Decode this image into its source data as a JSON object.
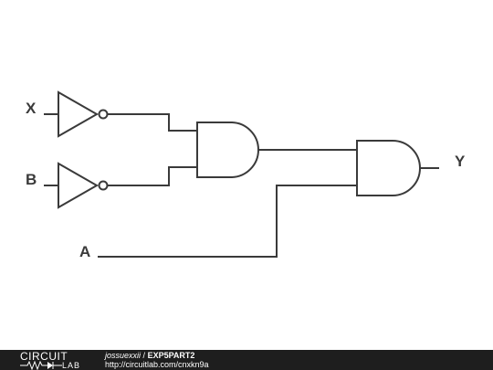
{
  "labels": {
    "x": "X",
    "b": "B",
    "a": "A",
    "y": "Y"
  },
  "footer": {
    "logo_top": "CIRCUIT",
    "logo_bottom": "LAB",
    "author": "jossuexxii",
    "separator": "/",
    "title": "EXP5PART2",
    "url": "http://circuitlab.com/cnxkn9a"
  },
  "colors": {
    "wire": "#3a3a3a",
    "footer_bg": "#1e1e1e",
    "footer_text": "#ffffff"
  }
}
